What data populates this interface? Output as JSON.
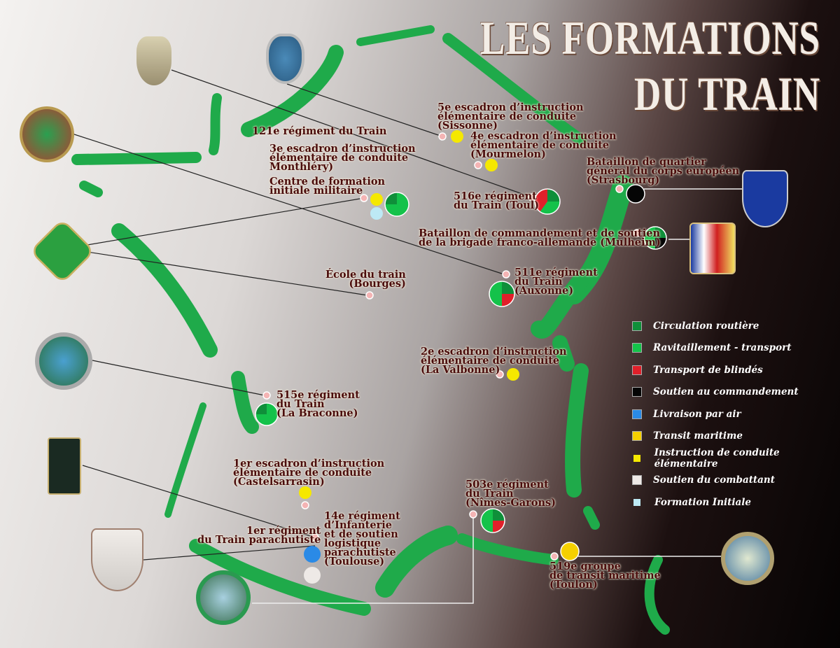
{
  "title": {
    "line1": "LES FORMATIONS",
    "line2": "DU TRAIN"
  },
  "colors": {
    "circulation": "#0f8f3a",
    "ravitaillement": "#14c24a",
    "blindes": "#e0202a",
    "commandement": "#050505",
    "air": "#2a8ae6",
    "maritime": "#f5d000",
    "instruction": "#f5e800",
    "combattant": "#eee9e6",
    "formation": "#bde9f4",
    "map": "#1faa4a"
  },
  "labels": [
    {
      "id": "121rt",
      "text": "121e régiment du Train"
    },
    {
      "id": "3eiec",
      "text": "3e escadron d’instruction\nélémentaire de conduite\nMonthléry)"
    },
    {
      "id": "cfim",
      "text": "Centre de formation\ninitiale militaire"
    },
    {
      "id": "5eiec",
      "text": "5e escadron d’instruction\nélémentaire de conduite\n(Sissonne)"
    },
    {
      "id": "4eiec",
      "text": "4e escadron d’instruction\nélémentaire de conduite\n(Mourmelon)"
    },
    {
      "id": "bqg",
      "text": "Bataillon de quartier\ngénéral du corps européen\n(Strasbourg)"
    },
    {
      "id": "516rt",
      "text": "516e régiment\ndu Train (Toul)"
    },
    {
      "id": "bcs",
      "text": "Bataillon de commandement et de soutien\nde la brigade franco-allemande (Mulheim)"
    },
    {
      "id": "511rt",
      "text": "511e régiment\ndu Train\n(Auxonne)"
    },
    {
      "id": "ecole",
      "text": "École du train\n(Bourges)"
    },
    {
      "id": "2eiec",
      "text": "2e escadron d’instruction\nélémentaire de conduite\n(La Valbonne)"
    },
    {
      "id": "515rt",
      "text": "515e régiment\ndu Train\n(La Braconne)"
    },
    {
      "id": "1eiec",
      "text": "1er escadron d’instruction\nélémentaire de conduite\n(Castelsarrasin)"
    },
    {
      "id": "503rt",
      "text": "503e régiment\ndu Train\n(Nîmes-Garons)"
    },
    {
      "id": "14ri",
      "text": "14e régiment\nd’Infanterie\net de soutien\nlogistique\nparachutiste\n(Toulouse)"
    },
    {
      "id": "1rtp",
      "text": "1er régiment\ndu Train parachutiste"
    },
    {
      "id": "519gtm",
      "text": "519e groupe\nde transit maritime\n(Toulon)"
    }
  ],
  "pies": [
    {
      "id": "cfim",
      "slices": [
        [
          "ravitaillement",
          0.75
        ],
        [
          "circulation",
          0.25
        ]
      ]
    },
    {
      "id": "516rt",
      "slices": [
        [
          "circulation",
          0.25
        ],
        [
          "ravitaillement",
          0.35
        ],
        [
          "blindes",
          0.4
        ]
      ]
    },
    {
      "id": "bqg",
      "slices": [
        [
          "commandement",
          1
        ]
      ]
    },
    {
      "id": "bcs",
      "slices": [
        [
          "circulation",
          0.25
        ],
        [
          "commandement",
          0.25
        ],
        [
          "ravitaillement",
          0.5
        ]
      ]
    },
    {
      "id": "511rt",
      "slices": [
        [
          "circulation",
          0.25
        ],
        [
          "blindes",
          0.25
        ],
        [
          "ravitaillement",
          0.5
        ]
      ]
    },
    {
      "id": "515rt",
      "slices": [
        [
          "ravitaillement",
          0.75
        ],
        [
          "circulation",
          0.25
        ]
      ]
    },
    {
      "id": "503rt",
      "slices": [
        [
          "circulation",
          0.25
        ],
        [
          "blindes",
          0.25
        ],
        [
          "ravitaillement",
          0.5
        ]
      ]
    },
    {
      "id": "519gtm",
      "slices": [
        [
          "maritime",
          1
        ]
      ]
    }
  ],
  "legend": [
    {
      "label": "Circulation routière",
      "key": "circulation"
    },
    {
      "label": "Ravitaillement - transport",
      "key": "ravitaillement"
    },
    {
      "label": "Transport de blindés",
      "key": "blindes"
    },
    {
      "label": "Soutien au commandement",
      "key": "commandement"
    },
    {
      "label": "Livraison par air",
      "key": "air"
    },
    {
      "label": "Transit maritime",
      "key": "maritime"
    },
    {
      "label": "Instruction de conduite élémentaire",
      "key": "instruction"
    },
    {
      "label": "Soutien du combattant",
      "key": "combattant"
    },
    {
      "label": "Formation Initiale",
      "key": "formation"
    }
  ]
}
